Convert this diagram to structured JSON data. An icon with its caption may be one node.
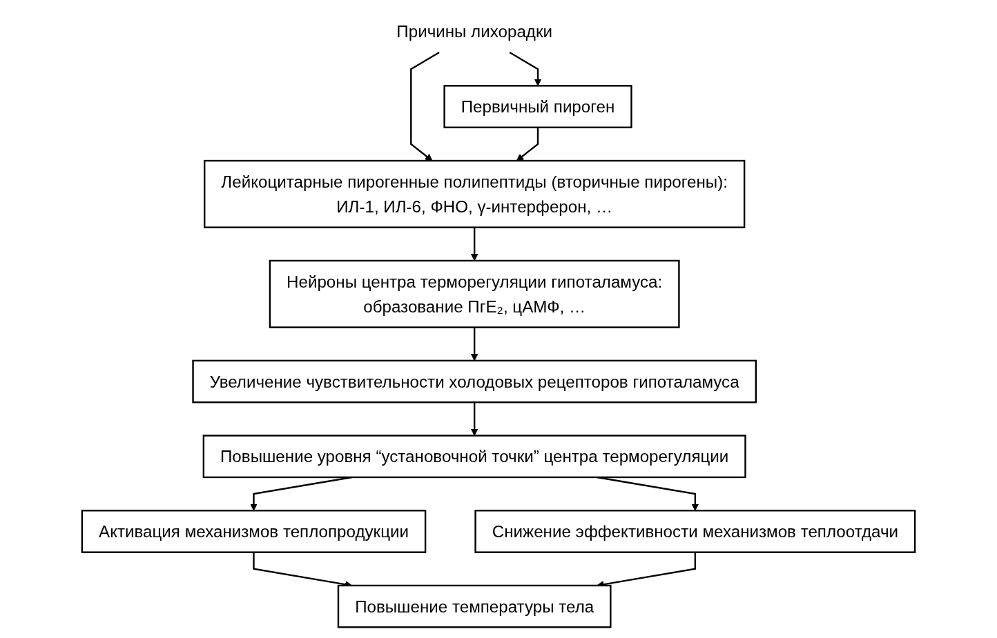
{
  "diagram": {
    "nodes": [
      {
        "text": [
          "Первичный пироген"
        ]
      },
      {
        "text": [
          "Причины лихорадки"
        ]
      },
      {
        "text": [
          "Лейкоцитарные пирогенные полипептиды (вторичные пирогены):",
          "ИЛ-1, ИЛ-6, ФНО, γ-интерферон, …"
        ]
      },
      {
        "text": [
          "Нейроны центра терморегуляции гипоталамуса:",
          "образование ПгЕ₂, цАМФ, …"
        ]
      },
      {
        "text": [
          "Увеличение чувствительности холодовых рецепторов гипоталамуса"
        ]
      },
      {
        "text": [
          "Повышение уровня “установочной точки” центра терморегуляции"
        ]
      },
      {
        "text": [
          "Активация механизмов теплопродукции"
        ]
      },
      {
        "text": [
          "Снижение эффективности механизмов теплоотдачи"
        ]
      },
      {
        "text": [
          "Повышение температуры тела"
        ]
      }
    ],
    "edges": [
      {
        "from": 1,
        "to": 0,
        "arrow": "to"
      },
      {
        "from": 1,
        "to": 2,
        "arrow": "to"
      },
      {
        "from": 0,
        "to": 2,
        "arrow": "to"
      },
      {
        "from": 2,
        "to": 3,
        "arrow": "to"
      },
      {
        "from": 3,
        "to": 4,
        "arrow": "to"
      },
      {
        "from": 4,
        "to": 5,
        "arrow": "to"
      },
      {
        "from": 5,
        "to": 6,
        "arrow": "to"
      },
      {
        "from": 5,
        "to": 7,
        "arrow": "to"
      },
      {
        "from": 6,
        "to": 8,
        "arrow": "to"
      },
      {
        "from": 7,
        "to": 8,
        "arrow": "to"
      }
    ]
  }
}
